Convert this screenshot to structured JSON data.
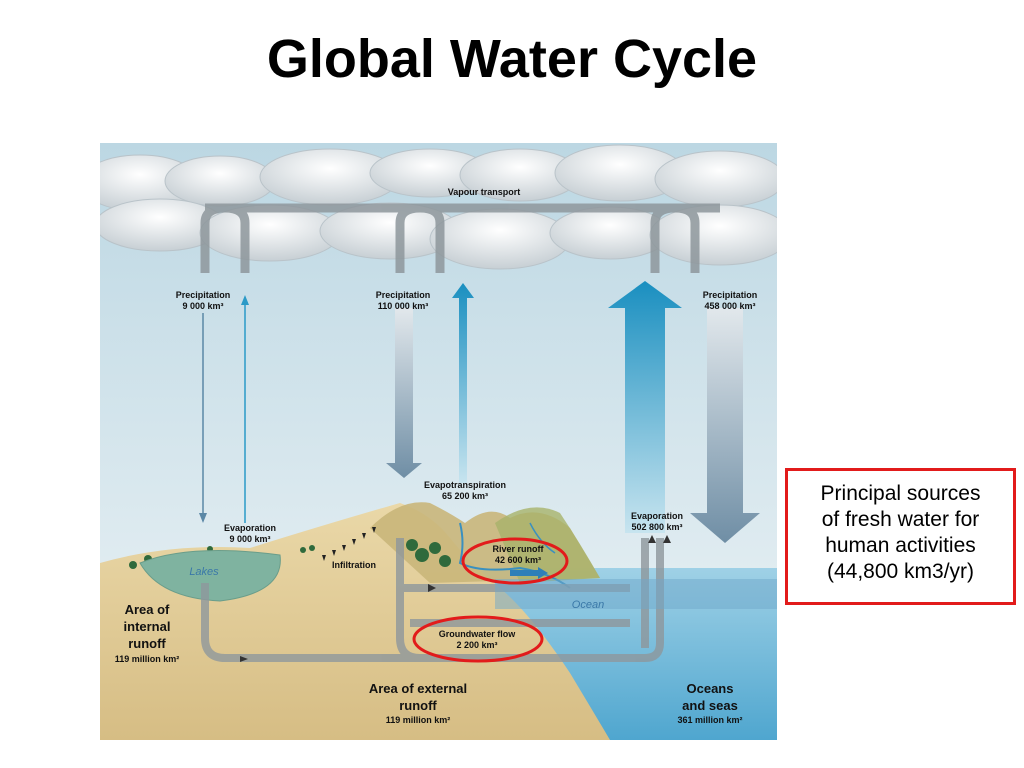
{
  "title": "Global Water Cycle",
  "diagram": {
    "vapour_transport": "Vapour transport",
    "precip_left": {
      "name": "Precipitation",
      "value": "9 000 km³"
    },
    "precip_center": {
      "name": "Precipitation",
      "value": "110 000 km³"
    },
    "precip_right": {
      "name": "Precipitation",
      "value": "458 000 km³"
    },
    "evap_lakes": {
      "name": "Evaporation",
      "value": "9 000 km³"
    },
    "evapotranspiration": {
      "name": "Evapotranspiration",
      "value": "65 200 km³"
    },
    "evap_ocean": {
      "name": "Evaporation",
      "value": "502 800 km³"
    },
    "infiltration": "Infiltration",
    "river_runoff": {
      "name": "River runoff",
      "value": "42 600 km³"
    },
    "groundwater_flow": {
      "name": "Groundwater flow",
      "value": "2 200 km³"
    },
    "lakes": "Lakes",
    "ocean": "Ocean",
    "area_internal": {
      "line1": "Area of",
      "line2": "internal",
      "line3": "runoff",
      "value": "119 million km²"
    },
    "area_external": {
      "line1": "Area of external",
      "line2": "runoff",
      "value": "119 million km²"
    },
    "oceans_seas": {
      "line1": "Oceans",
      "line2": "and seas",
      "value": "361 million km²"
    },
    "colors": {
      "highlight": "#e21b1b",
      "sky": "#dbe9f0",
      "ocean": "#6fb7d6",
      "land": "#e4cf9c"
    }
  },
  "note": {
    "line1": "Principal sources",
    "line2": "of fresh water for",
    "line3": "human activities",
    "line4": "(44,800 km3/yr)"
  }
}
